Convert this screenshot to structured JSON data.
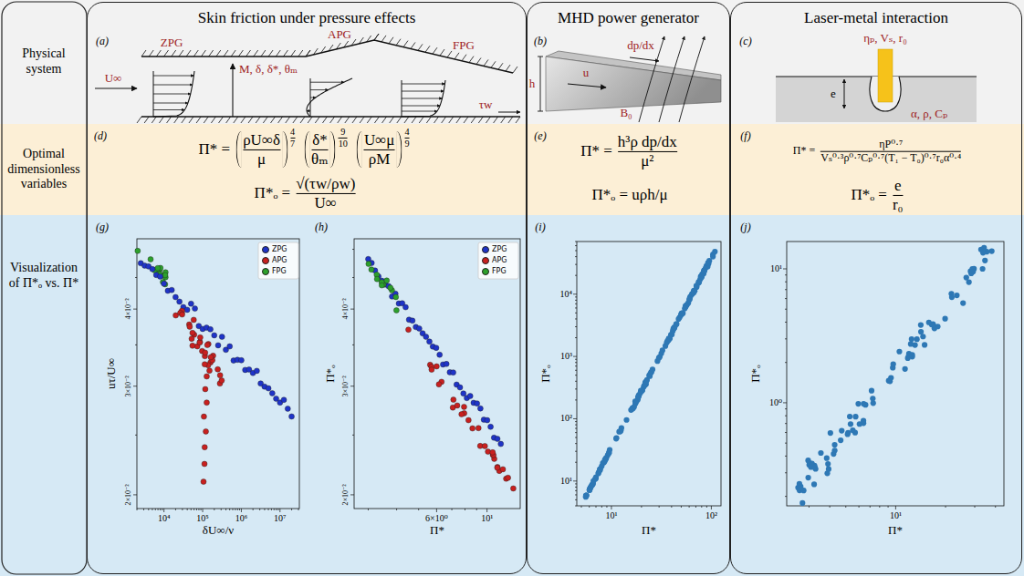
{
  "diagram": {
    "nodes": [
      {
        "text": [
          "Physical system"
        ]
      },
      {
        "text": [
          "Optimal dimensionless variables"
        ]
      },
      {
        "text": [
          "Visualization of Π*ₒ vs. Π*"
        ]
      },
      {
        "text": [
          "Skin friction under pressure effects"
        ]
      },
      {
        "text": [
          "MHD power generator"
        ]
      },
      {
        "text": [
          "Laser-metal interaction"
        ]
      }
    ],
    "labels": [
      "(a)",
      "ZPG",
      "APG",
      "FPG",
      "U∞",
      "M, δ, δ*, θₘ",
      "τw",
      "(b)",
      "dp/dx",
      "h",
      "u",
      "B₀",
      "(c)",
      "ηₚ, Vₛ, r₀",
      "e",
      "α, ρ, Cₚ",
      "(d)",
      "Π* =",
      "ρU∞δ",
      "μ",
      "4",
      "7",
      "δ*",
      "θₘ",
      "9",
      "10",
      "U∞μ",
      "ρM",
      "4",
      "9",
      "Π*ₒ =",
      "√(τw/ρw)",
      "U∞",
      "(e)",
      "Π* =",
      "h³ρ dp/dx",
      "μ²",
      "Π*ₒ = uρh/μ",
      "(f)",
      "Π* =",
      "ηP⁰·⁷",
      "Vₛ⁰·³ρ⁰·⁷Cₚ⁰·⁷(T₁ − T₀)⁰·⁷r₀α⁰·⁴",
      "Π*ₒ =",
      "e",
      "r₀",
      "(g)",
      "uτ/U∞",
      "δU∞/ν",
      "4×10⁻²",
      "3×10⁻²",
      "2×10⁻²",
      "10⁴",
      "10⁵",
      "10⁶",
      "10⁷",
      "(h)",
      "Π*ₒ",
      "Π*",
      "4×10⁻²",
      "3×10⁻²",
      "2×10⁻²",
      "6×10⁰",
      "10¹",
      "(i)",
      "Π*ₒ",
      "Π*",
      "10¹",
      "10²",
      "10³",
      "10⁴",
      "10¹",
      "10²",
      "(j)",
      "Π*ₒ",
      "Π*",
      "10⁰",
      "10¹",
      "10¹"
    ],
    "legend": [
      {
        "text": "ZPG",
        "color": "#1f34c8"
      },
      {
        "text": "APG",
        "color": "#c8201f"
      },
      {
        "text": "FPG",
        "color": "#2ca02c"
      },
      {
        "text": "ZPG",
        "color": "#1f34c8"
      },
      {
        "text": "APG",
        "color": "#c8201f"
      },
      {
        "text": "FPG",
        "color": "#2ca02c"
      }
    ]
  }
}
